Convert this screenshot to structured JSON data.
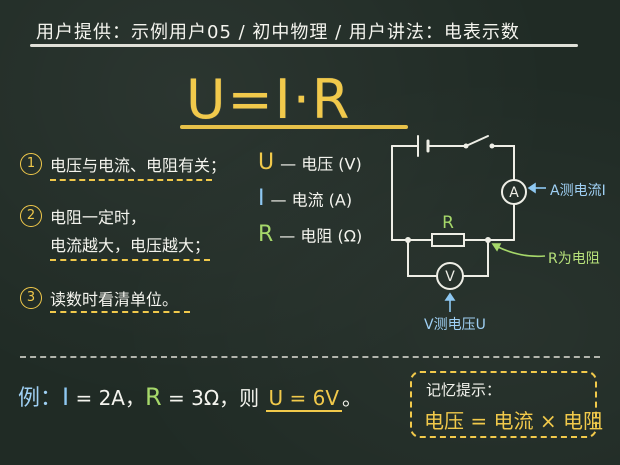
{
  "header": {
    "text": "用户提供：示例用户05 / 初中物理 / 用户讲法：电表示数"
  },
  "formula": {
    "text": "U=I·R"
  },
  "points": [
    {
      "num": "1",
      "lines": [
        "电压与电流、电阻有关；"
      ]
    },
    {
      "num": "2",
      "lines": [
        "电阻一定时，",
        "电流越大，电压越大；"
      ]
    },
    {
      "num": "3",
      "lines": [
        "读数时看清单位。"
      ]
    }
  ],
  "legend": [
    {
      "symbol": "U",
      "desc": "— 电压 (V)",
      "color": "#f1c94b"
    },
    {
      "symbol": "I",
      "desc": "— 电流 (A)",
      "color": "#8ec8f2"
    },
    {
      "symbol": "R",
      "desc": "— 电阻 (Ω)",
      "color": "#a6d86a"
    }
  ],
  "circuit": {
    "ammeter_symbol": "A",
    "voltmeter_symbol": "V",
    "resistor_label": "R",
    "ammeter_note": "A测电流I",
    "resistor_note": "R为电阻",
    "voltmeter_note": "V测电压U"
  },
  "example": {
    "label": "例：",
    "i_sym": "I",
    "i_val": " = 2A，",
    "r_sym": "R",
    "r_val": " = 3Ω，则 ",
    "u_result": "U = 6V",
    "end": "。"
  },
  "memo": {
    "title": "记忆提示：",
    "body": "电压 = 电流 × 电阻"
  },
  "colors": {
    "chalk_yellow": "#f1c94b",
    "chalk_blue": "#8ec8f2",
    "chalk_green": "#a6d86a",
    "board": "#202b25"
  }
}
